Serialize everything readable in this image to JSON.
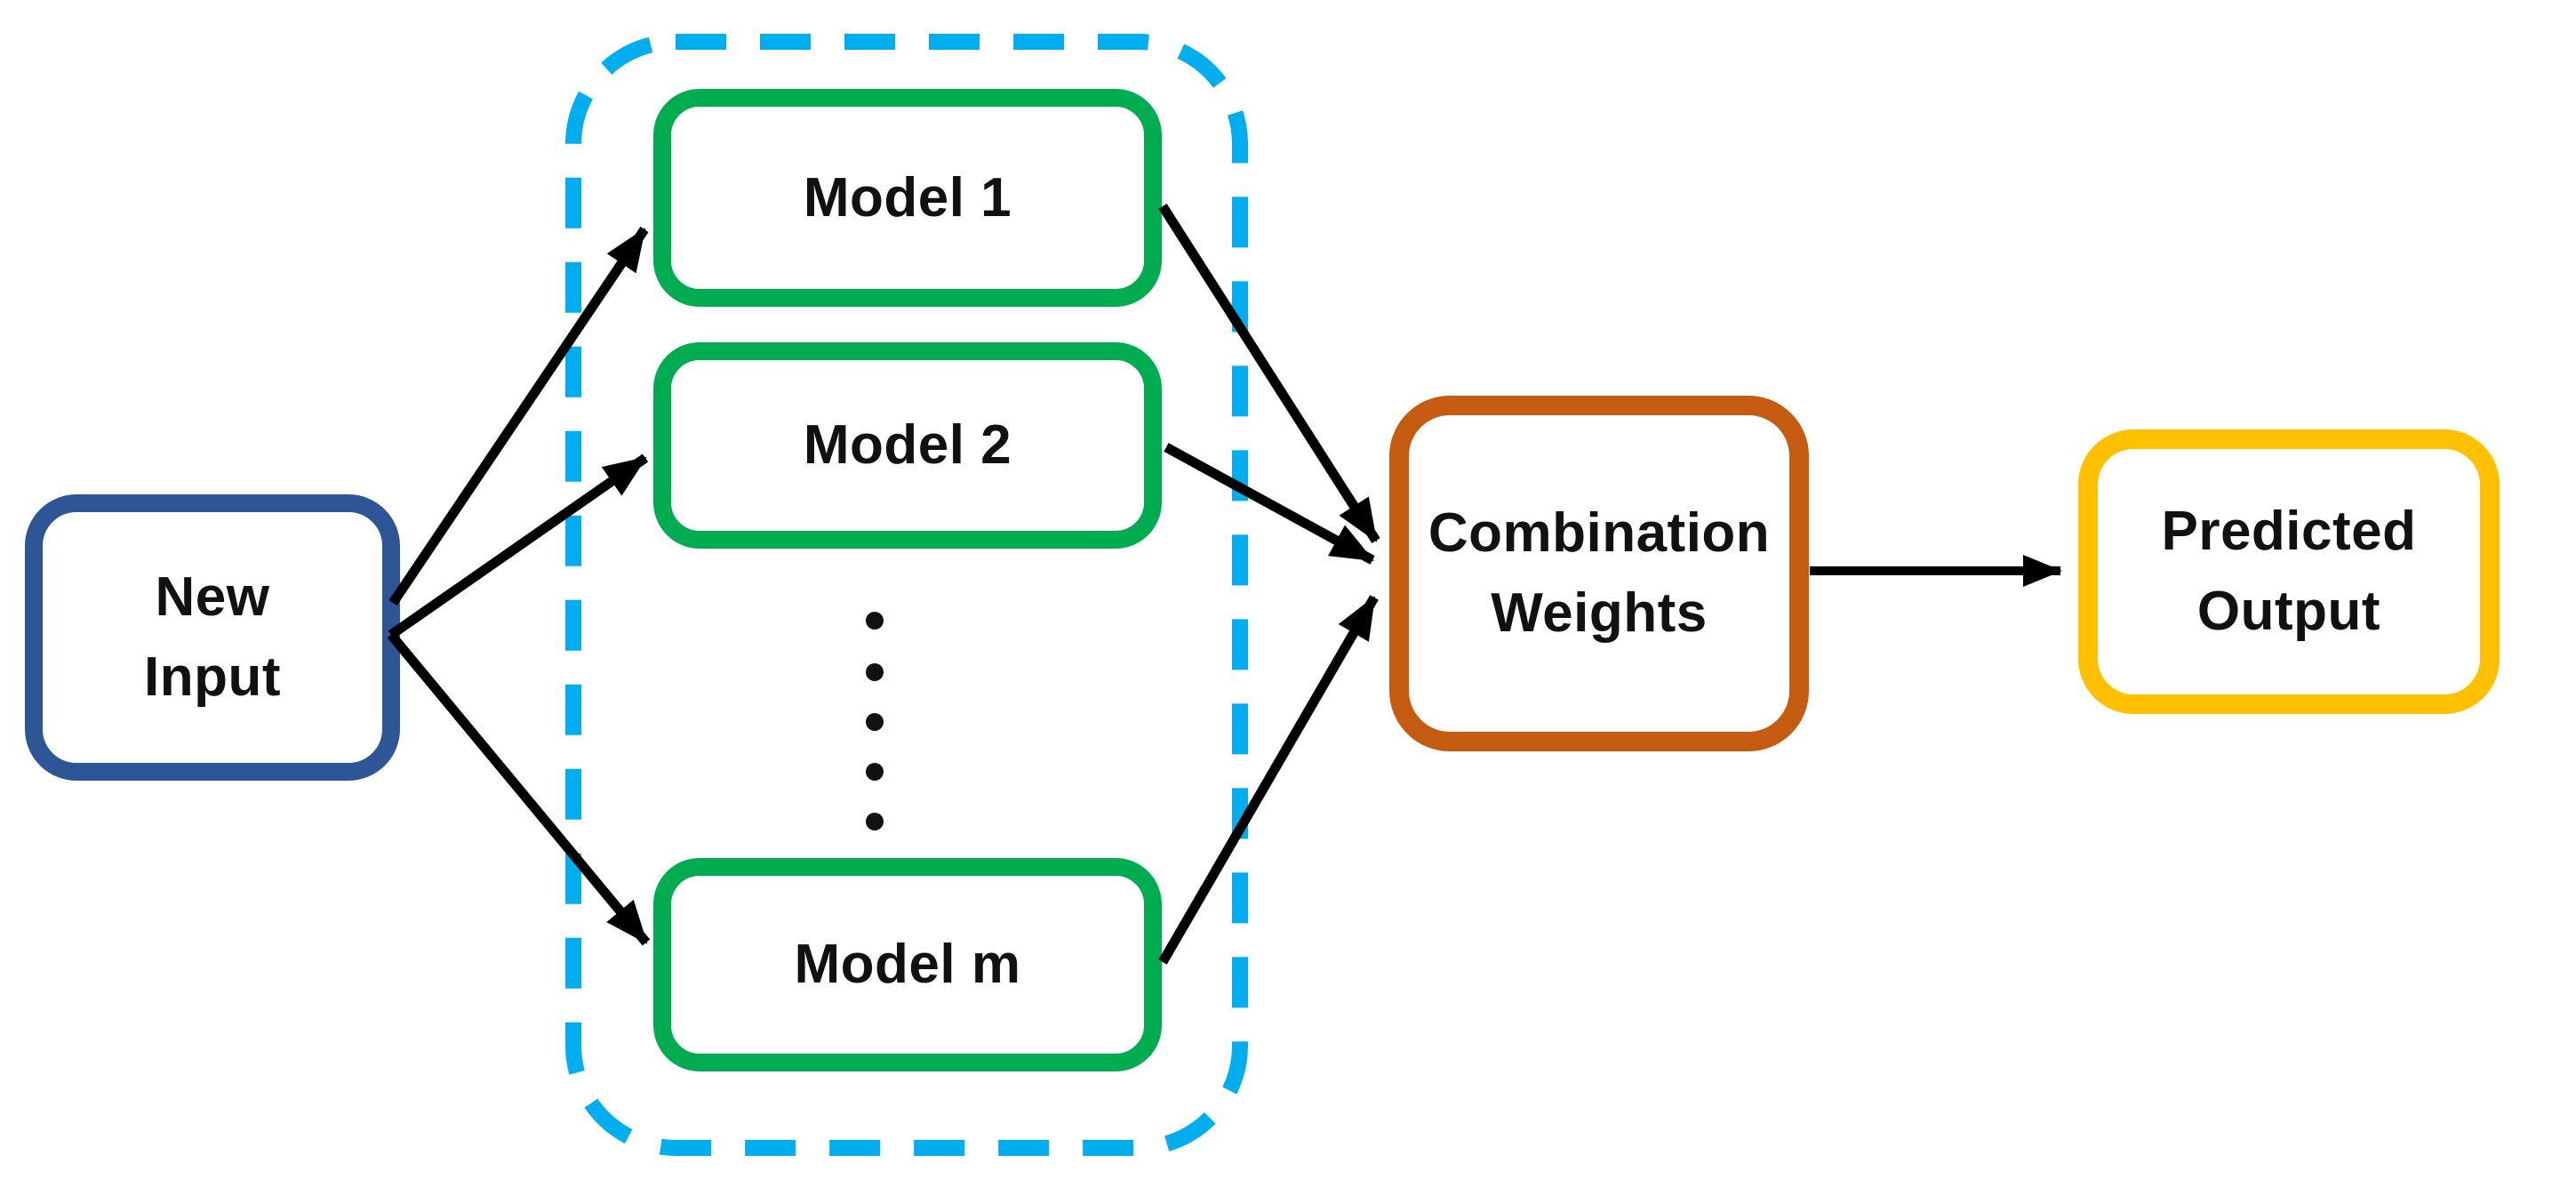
{
  "diagram": {
    "description": "Ensemble model combination flow diagram",
    "nodes": {
      "new_input": {
        "label": "New Input"
      },
      "model_1": {
        "label": "Model 1"
      },
      "model_2": {
        "label": "Model 2"
      },
      "model_m": {
        "label": "Model m"
      },
      "combination_weights": {
        "label": "Combination Weights"
      },
      "predicted_output": {
        "label": "Predicted Output"
      }
    },
    "ensemble_group": {
      "border_style": "dashed",
      "contains": [
        "model_1",
        "model_2",
        "model_m"
      ],
      "ellipsis_dot_count": 5
    },
    "arrows": [
      {
        "from": "new_input",
        "to": "model_1"
      },
      {
        "from": "new_input",
        "to": "model_2"
      },
      {
        "from": "new_input",
        "to": "model_m"
      },
      {
        "from": "model_1",
        "to": "combination_weights"
      },
      {
        "from": "model_2",
        "to": "combination_weights"
      },
      {
        "from": "model_m",
        "to": "combination_weights"
      },
      {
        "from": "combination_weights",
        "to": "predicted_output"
      }
    ],
    "colors": {
      "new_input_border": "#2E5596",
      "model_border": "#00AC50",
      "ensemble_dashed_border": "#00AEEF",
      "combination_weights_border": "#C55A11",
      "predicted_output_border": "#FFC000",
      "arrow": "#000000",
      "text": "#111111",
      "background": "#FFFFFF"
    }
  }
}
